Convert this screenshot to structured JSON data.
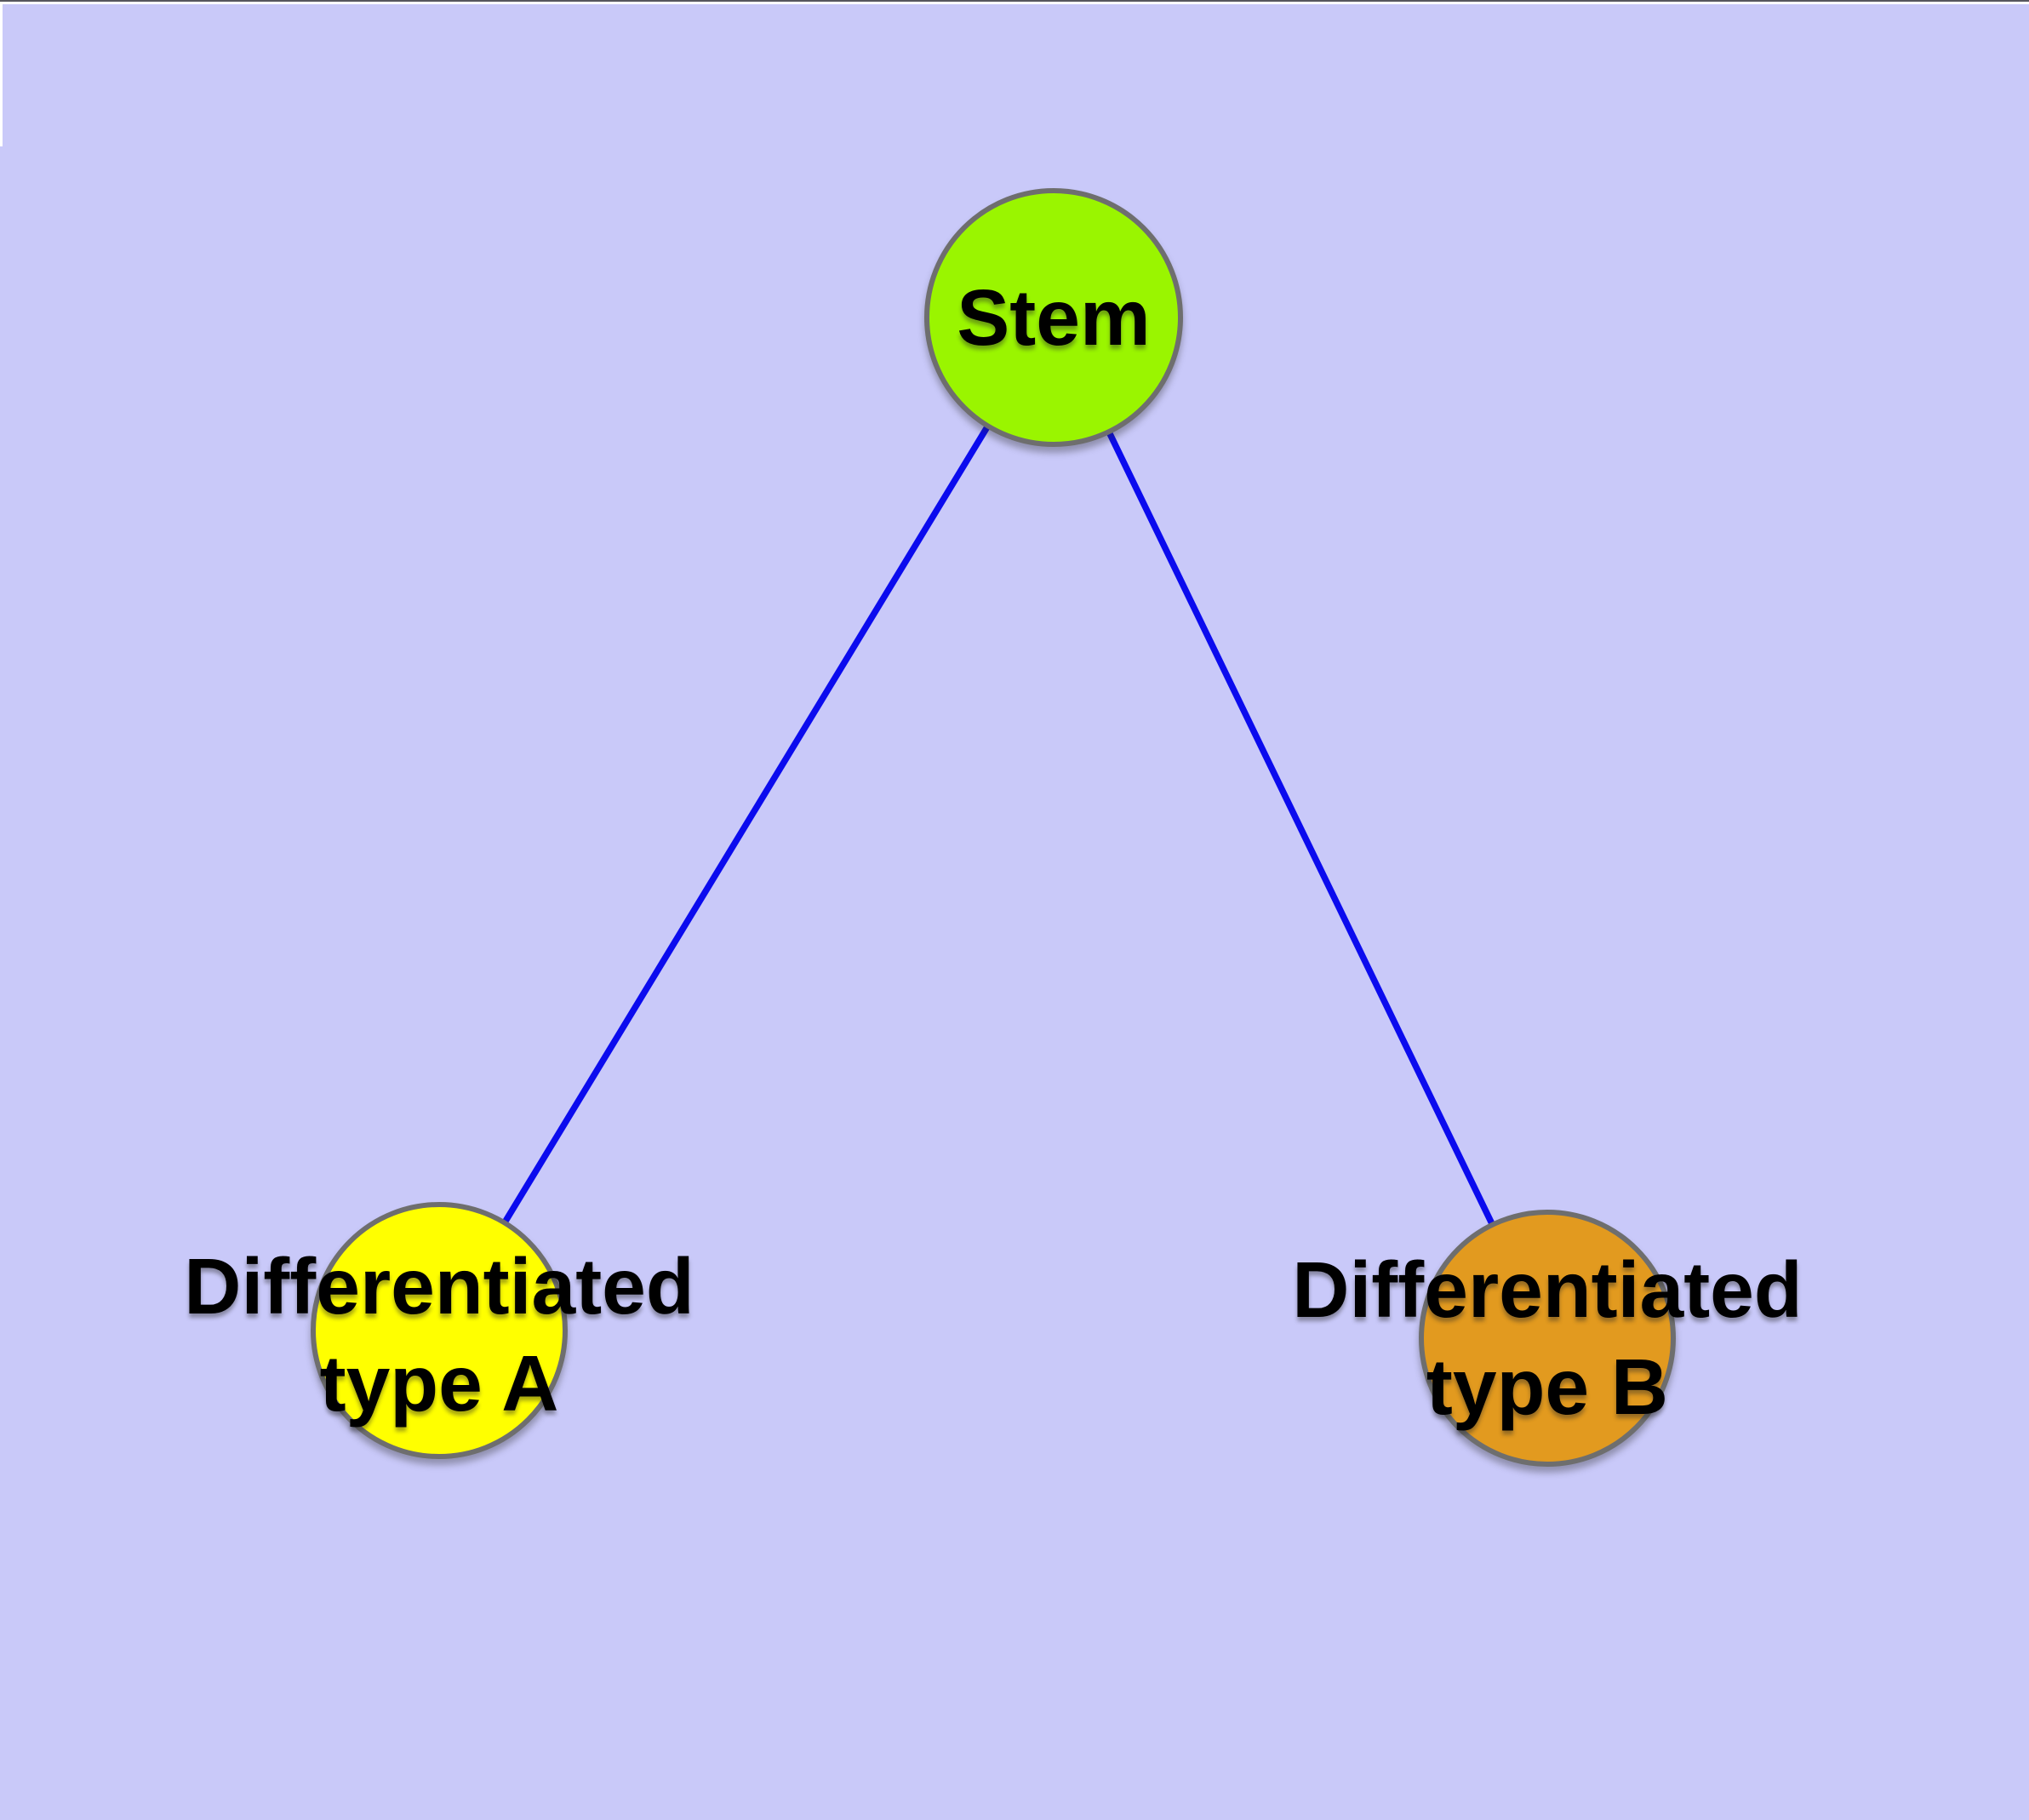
{
  "diagram": {
    "background_color": "#C9C9F9",
    "frame": {
      "top_line_color": "#56565E",
      "highlight_color": "#FFFFFF"
    },
    "edge_color": "#0B0BEE",
    "node_border_color": "#6E6E6E",
    "label_color": "#000000",
    "nodes": [
      {
        "id": "stem",
        "label": "Stem",
        "fill": "#9AF500"
      },
      {
        "id": "differentiated-type-a",
        "label_line1": "Differentiated",
        "label_line2": "type A",
        "fill": "#FFFF00"
      },
      {
        "id": "differentiated-type-b",
        "label_line1": "Differentiated",
        "label_line2": "type B",
        "fill": "#E29A1F"
      }
    ],
    "edges": [
      {
        "from": "Stem",
        "to": "Differentiated type A"
      },
      {
        "from": "Stem",
        "to": "Differentiated type B"
      }
    ]
  }
}
